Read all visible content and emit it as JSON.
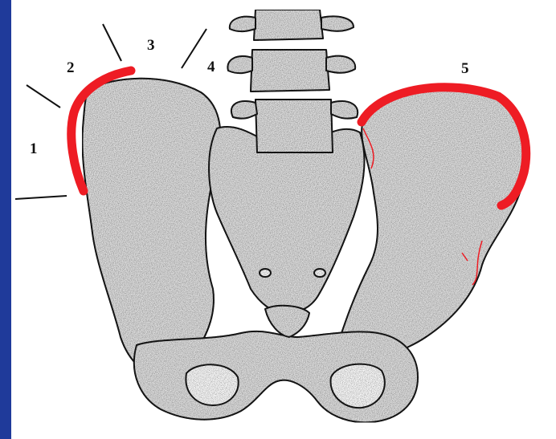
{
  "labels": {
    "l1": "1",
    "l2": "2",
    "l3": "3",
    "l4": "4",
    "l5": "5"
  },
  "colors": {
    "background": "#1f3a9a",
    "panel": "#ffffff",
    "highlight": "#ee1c24",
    "bone_fill": "#e2e2e2",
    "bone_outline": "#1a1a1a"
  }
}
